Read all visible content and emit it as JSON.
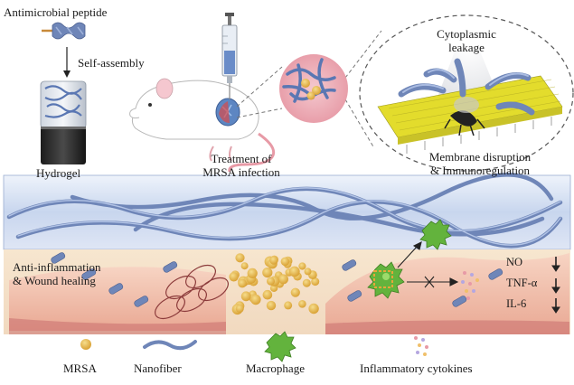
{
  "labels": {
    "antimicrobial_peptide": "Antimicrobial peptide",
    "self_assembly": "Self-assembly",
    "hydrogel": "Hydrogel",
    "treatment_line1": "Treatment of",
    "treatment_line2": "MRSA infection",
    "cytoplasmic_line1": "Cytoplasmic",
    "cytoplasmic_line2": "leakage",
    "membrane_line1": "Membrane disruption",
    "membrane_line2": "& Immunoregulation",
    "anti_line1": "Anti-inflammation",
    "anti_line2": "& Wound healing",
    "no": "NO",
    "tnf": "TNF-α",
    "il6": "IL-6"
  },
  "legend": [
    {
      "icon": "mrsa-dot-icon",
      "label": "MRSA"
    },
    {
      "icon": "nanofiber-icon",
      "label": "Nanofiber"
    },
    {
      "icon": "macrophage-icon",
      "label": "Macrophage"
    },
    {
      "icon": "cytokine-icon",
      "label": "Inflammatory cytokines"
    }
  ],
  "colors": {
    "fiber": "#6f86b8",
    "tissue": "#f3c9b4",
    "skin": "#f6e3c8",
    "mrsa": "#e0b24a",
    "macrophage": "#63b33d",
    "hydrogel_band": "#c9d8ef",
    "membrane": "#e3dc2c"
  }
}
